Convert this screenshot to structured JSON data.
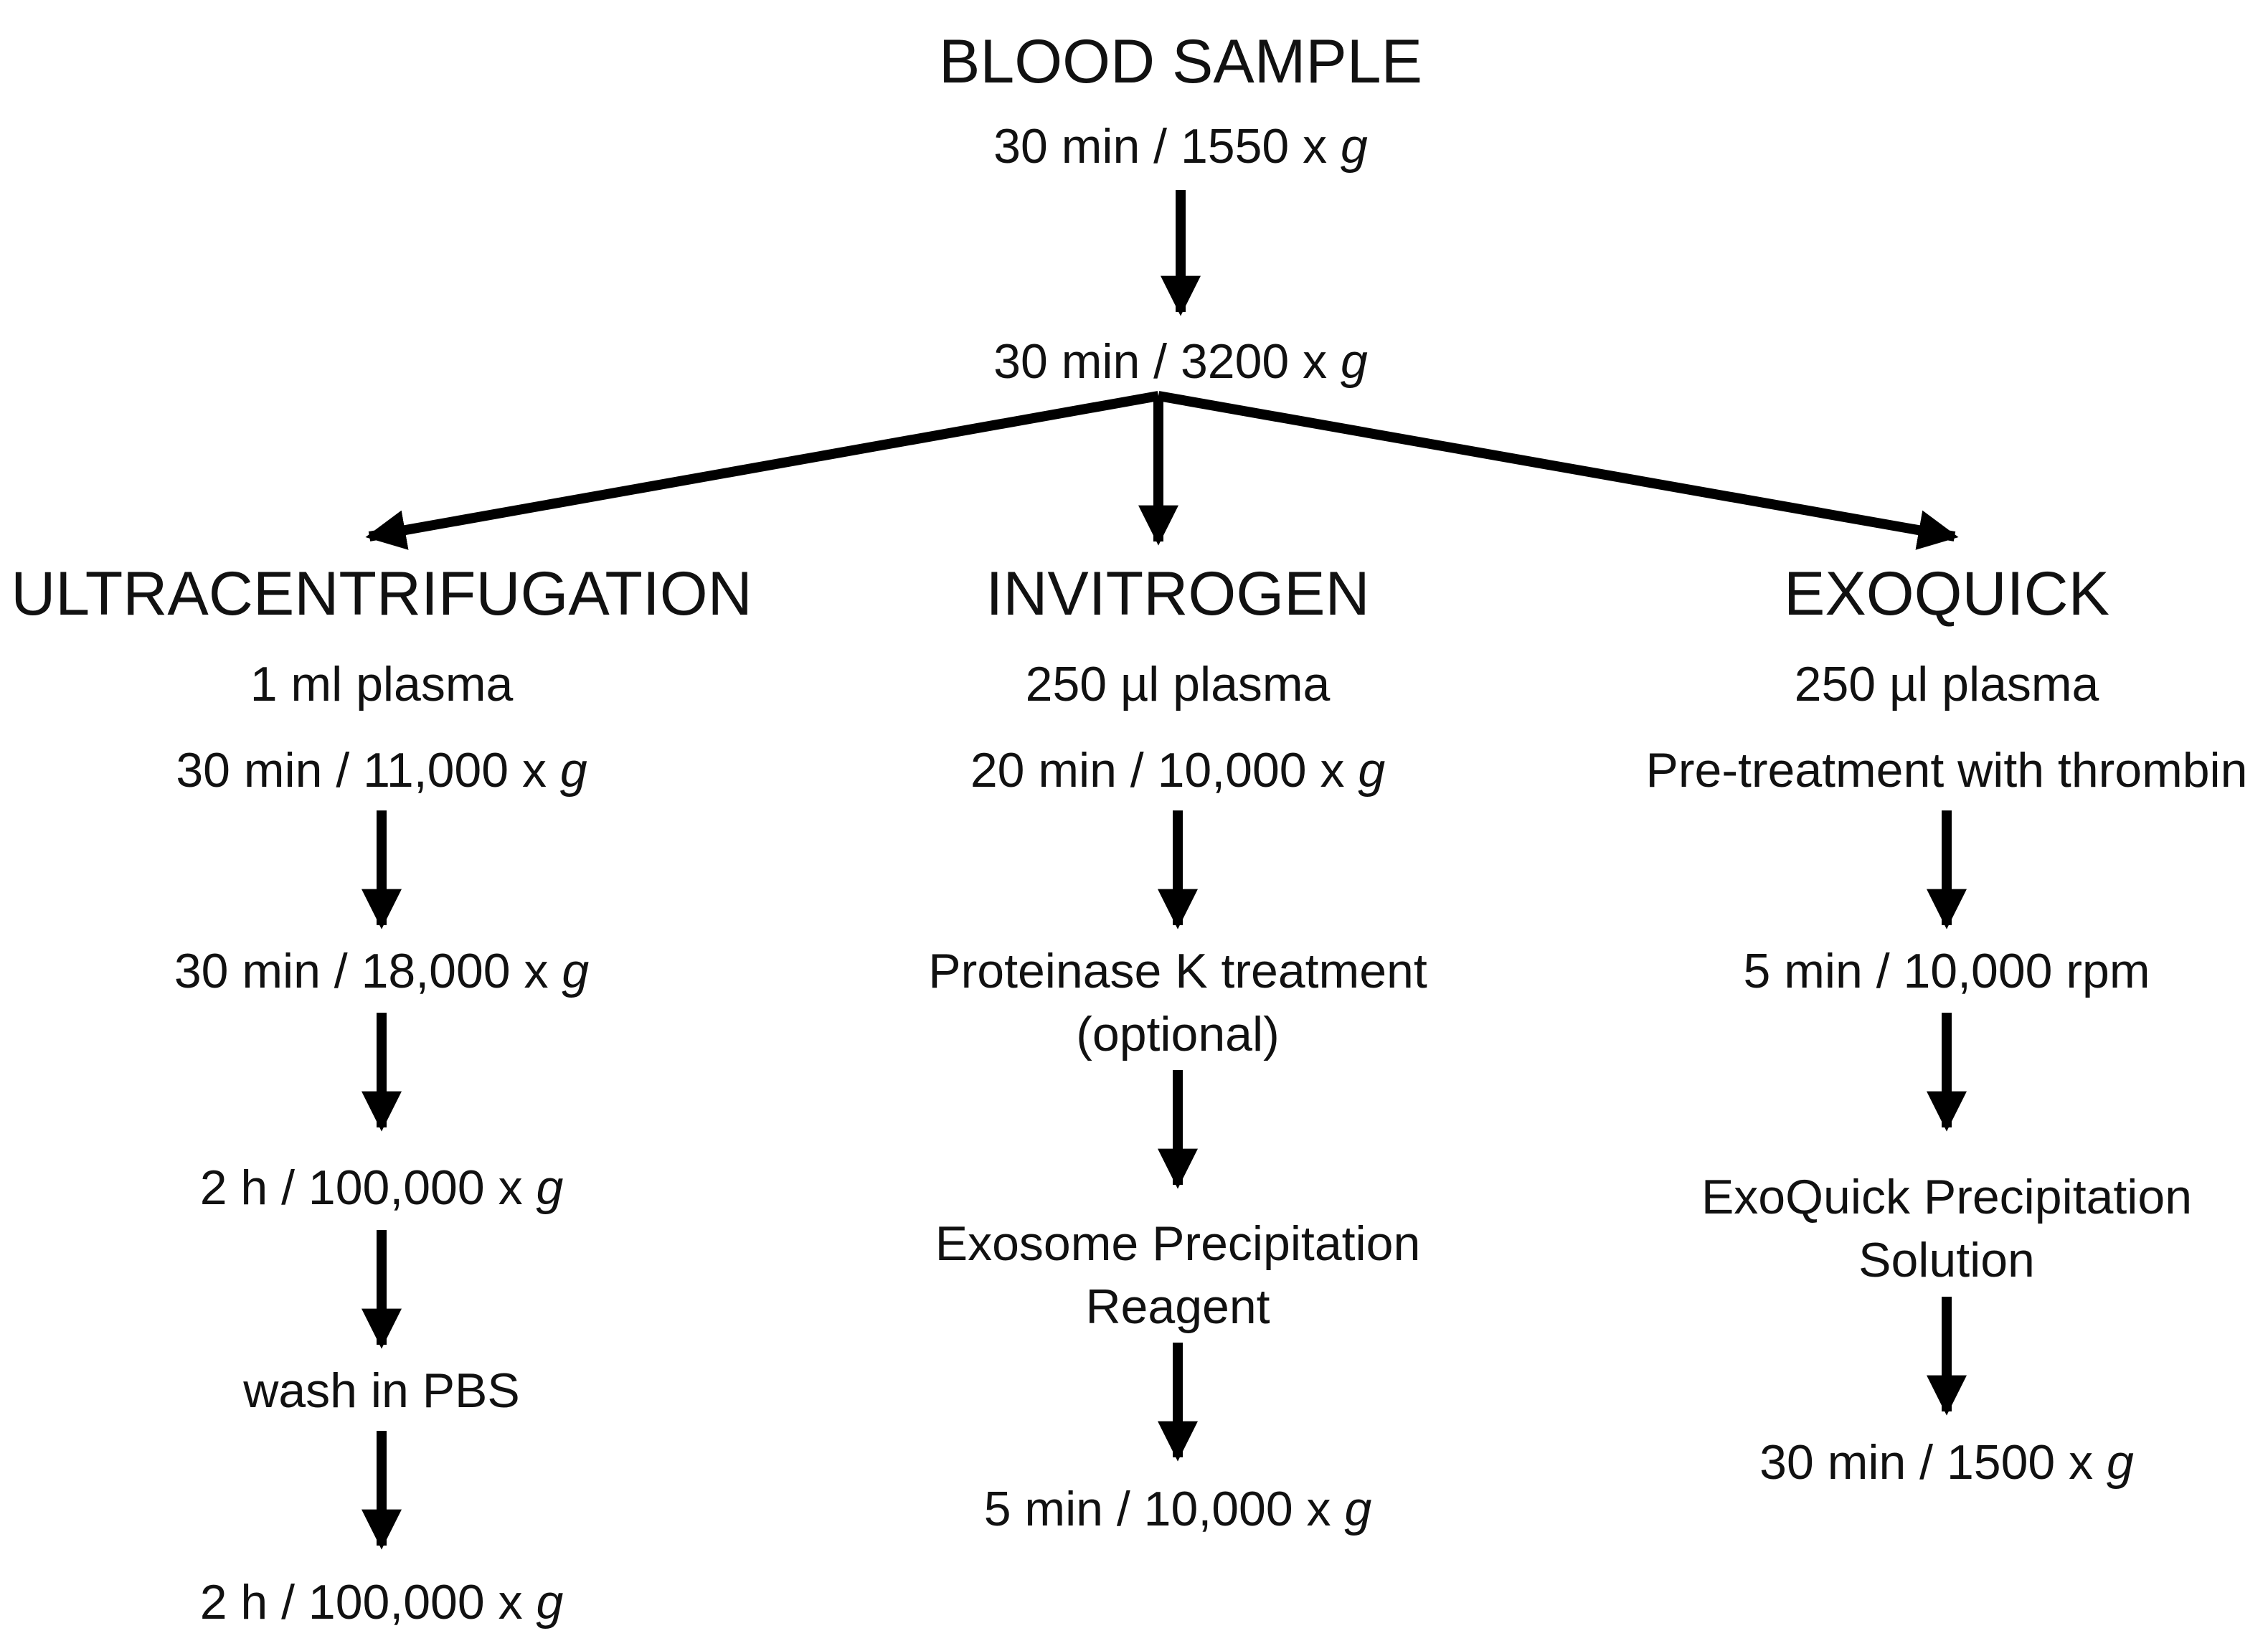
{
  "root": {
    "title": "BLOOD SAMPLE",
    "step1": {
      "text": "30 min / 1550 x ",
      "unit": "g"
    },
    "step2": {
      "text": "30 min / 3200 x ",
      "unit": "g"
    }
  },
  "methods": [
    {
      "title": "ULTRACENTRIFUGATION",
      "steps": [
        {
          "text": "1 ml plasma",
          "unit": ""
        },
        {
          "text": "30 min / 11,000 x ",
          "unit": "g"
        },
        {
          "text": "30 min / 18,000 x ",
          "unit": "g"
        },
        {
          "text": "2 h / 100,000 x ",
          "unit": "g"
        },
        {
          "text": "wash in PBS",
          "unit": ""
        },
        {
          "text": "2 h / 100,000 x ",
          "unit": "g"
        }
      ]
    },
    {
      "title": "INVITROGEN",
      "steps": [
        {
          "text": "250 µl plasma",
          "unit": ""
        },
        {
          "text": "20 min / 10,000 x ",
          "unit": "g"
        },
        {
          "line1": "Proteinase K treatment",
          "line2": "(optional)"
        },
        {
          "line1": "Exosome Precipitation",
          "line2": "Reagent"
        },
        {
          "text": "5 min / 10,000 x ",
          "unit": "g"
        }
      ]
    },
    {
      "title": "EXOQUICK",
      "steps": [
        {
          "text": "250 µl plasma",
          "unit": ""
        },
        {
          "text": "Pre-treatment with thrombin",
          "unit": ""
        },
        {
          "text": "5 min / 10,000 rpm",
          "unit": ""
        },
        {
          "line1": "ExoQuick Precipitation",
          "line2": "Solution"
        },
        {
          "text": "30 min / 1500 x ",
          "unit": "g"
        }
      ]
    }
  ]
}
